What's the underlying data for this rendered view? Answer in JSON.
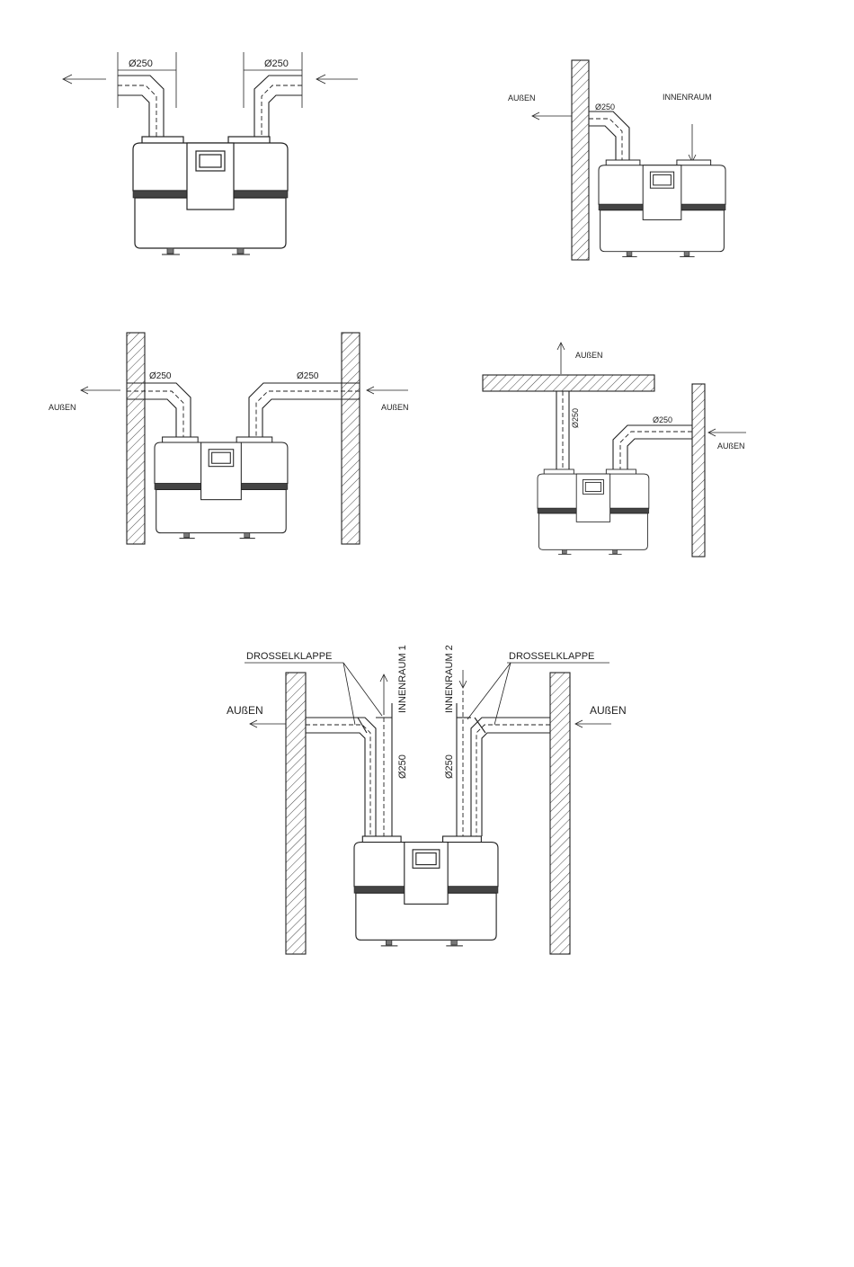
{
  "labels": {
    "outside": "AUßEN",
    "inside": "INNENRAUM",
    "inside_1": "INNENRAUM 1",
    "inside_2": "INNENRAUM 2",
    "diameter": "Ø250",
    "damper": "DROSSELKLAPPE"
  },
  "colors": {
    "line": "#222222",
    "paper": "#ffffff",
    "band": "#444444"
  },
  "icons": [
    "arrow-icon",
    "wall-hatch",
    "ventilation-unit"
  ]
}
